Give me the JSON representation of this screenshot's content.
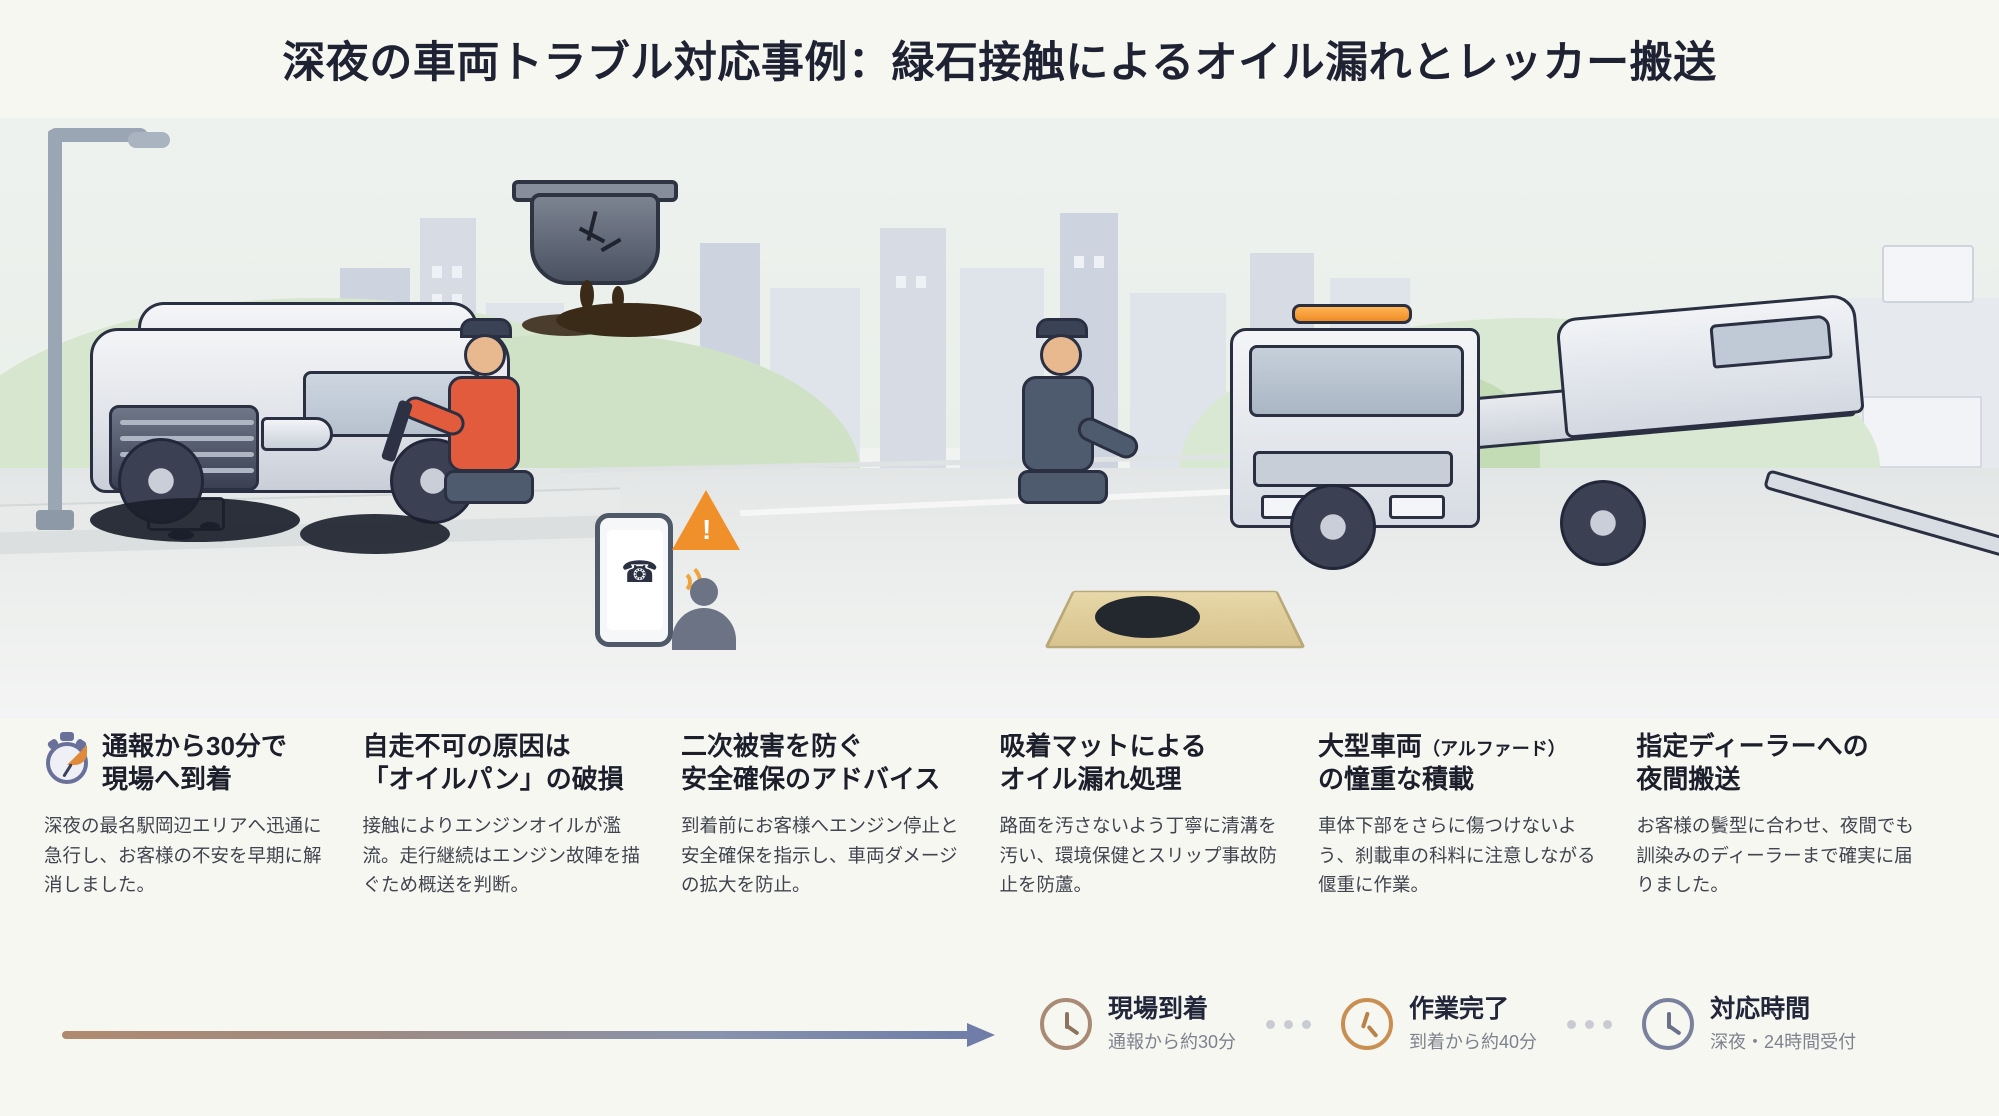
{
  "title": "深夜の車両トラブル対応事例：緑石接触によるオイル漏れとレッカー搬送",
  "scene": {
    "icons": {
      "oil_pan": "oil-pan-icon",
      "phone": "phone-call-icon",
      "warning": "warning-triangle-icon",
      "person": "person-icon",
      "mat": "absorbent-mat-icon"
    }
  },
  "columns": [
    {
      "icon": "stopwatch-icon",
      "title_line1": "通報から30分で",
      "title_line2": "現場へ到着",
      "body": "深夜の最名駅岡辺エリアへ迅通に急行し、お客様の不安を早期に解消しました。"
    },
    {
      "icon": "",
      "title_line1": "自走不可の原因は",
      "title_line2": "「オイルパン」の破損",
      "body": "接触によりエンジンオイルが濫流。走行継続はエンジン故陣を描ぐため概送を判断。"
    },
    {
      "icon": "",
      "title_line1": "二次被害を防ぐ",
      "title_line2": "安全確保のアドバイス",
      "body": "到着前にお客様へエンジン停止と安全確保を指示し、車両ダメージの拡大を防止。"
    },
    {
      "icon": "",
      "title_line1": "吸着マットによる",
      "title_line2": "オイル漏れ処理",
      "body": "路面を汚さないよう丁寧に清溝を汚い、環境保健とスリップ事故防止を防蘆。"
    },
    {
      "icon": "",
      "title_line1": "大型車両",
      "title_line1_paren": "（アルファード）",
      "title_line2": "の憧重な積載",
      "body": "車体下部をさらに傷つけないよう、刹載車の科料に注意しながる偃重に作業。"
    },
    {
      "icon": "",
      "title_line1": "指定ディーラーへの",
      "title_line2": "夜間搬送",
      "body": "お客様の鬢型に合わせ、夜間でも訓染みのディーラーまで確実に届りました。"
    }
  ],
  "timeline": {
    "arrow": "progress-arrow",
    "items": [
      {
        "icon": "clock-icon",
        "label": "現場到着",
        "sub": "通報から約30分",
        "color": "#a98a74"
      },
      {
        "icon": "clock-icon",
        "label": "作業完了",
        "sub": "到着から約40分",
        "color": "#c98f52"
      },
      {
        "icon": "clock-icon",
        "label": "対応時間",
        "sub": "深夜・24時間受付",
        "color": "#7a819c"
      }
    ],
    "separator": "···"
  },
  "colors": {
    "background": "#f7f7f1",
    "title_text": "#1f2233",
    "body_text": "#40444f",
    "accent_orange": "#f0902a",
    "accent_blue": "#6f7da8"
  }
}
